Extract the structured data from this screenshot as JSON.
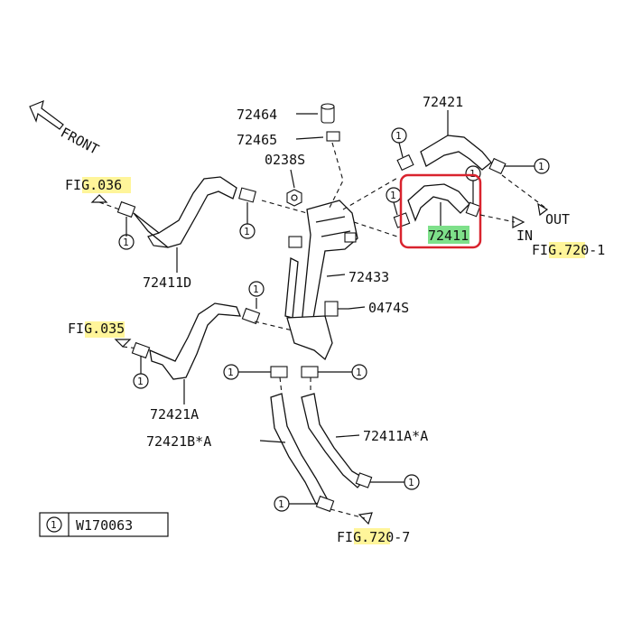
{
  "labels": {
    "front": "FRONT",
    "p72421_top": "72421",
    "p72464": "72464",
    "p72465": "72465",
    "p0238s": "0238S",
    "p72411": "72411",
    "p72411d": "72411D",
    "p72433": "72433",
    "p0474s": "0474S",
    "p72421a": "72421A",
    "p72421b": "72421B*A",
    "p72411a": "72411A*A",
    "out": "OUT",
    "in": "IN",
    "fig036_pre": "FI",
    "fig036_hl": "G.036",
    "fig035_pre": "FI",
    "fig035_hl": "G.035",
    "fig720_1_pre": "FI",
    "fig720_1_hl": "G.72",
    "fig720_1_post": "0-1",
    "fig720_7_pre": "FI",
    "fig720_7_hl": "G.72",
    "fig720_7_post": "0-7",
    "callout": "1",
    "legend_num": "1",
    "legend_code": "W170063"
  },
  "colors": {
    "highlight_yellow": "#fff59a",
    "highlight_green": "#7ee08a",
    "selection_box": "#d9232e"
  }
}
